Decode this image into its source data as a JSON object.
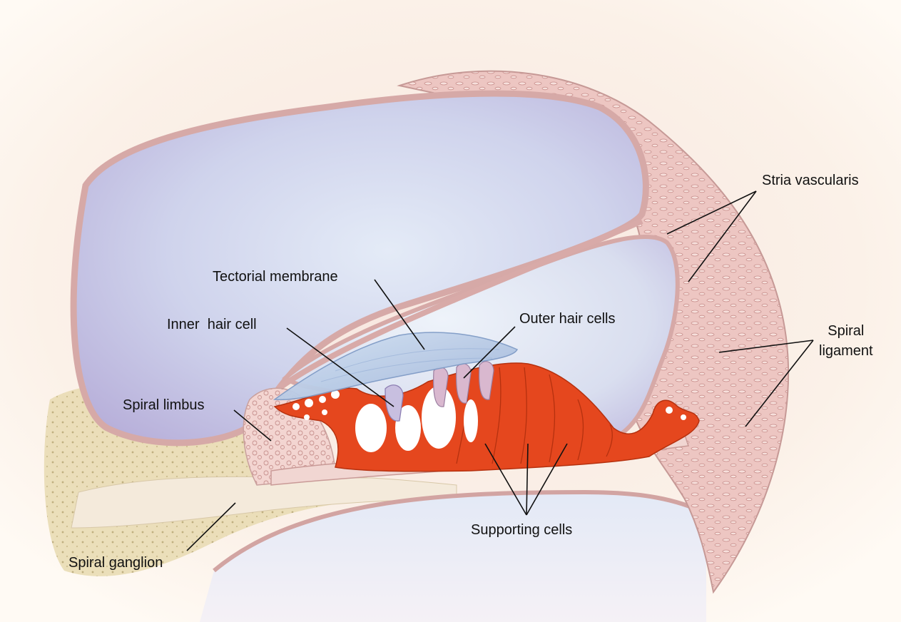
{
  "labels": {
    "stria_vascularis": "Stria vascularis",
    "tectorial_membrane": "Tectorial membrane",
    "inner_hair_cell": "Inner  hair cell",
    "outer_hair_cells": "Outer hair cells",
    "spiral_ligament_line1": "Spiral",
    "spiral_ligament_line2": "ligament",
    "spiral_limbus": "Spiral limbus",
    "supporting_cells": "Supporting cells",
    "spiral_ganglion": "Spiral ganglion"
  },
  "colors": {
    "background": "#fbf1e8",
    "membrane_pink": "#e8b8b5",
    "membrane_outline": "#c99a97",
    "fluid_lavender": "#c9c4e3",
    "fluid_light": "#e1eaf6",
    "organ_of_corti_red": "#e8471e",
    "tectorial_blue": "#b7c9e4",
    "bone_tan": "#e6d8ae",
    "leader_line": "#111111"
  }
}
